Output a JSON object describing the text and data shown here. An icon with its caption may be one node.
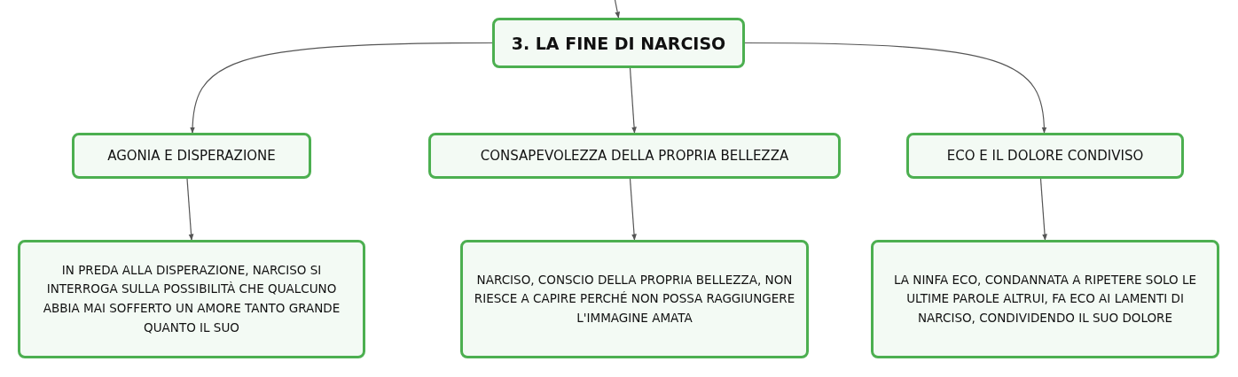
{
  "diagram": {
    "nodes": [
      {
        "text": [
          "3. LA FINE DI NARCISO"
        ]
      },
      {
        "text": [
          "AGONIA E DISPERAZIONE"
        ]
      },
      {
        "text": [
          "CONSAPEVOLEZZA DELLA PROPRIA BELLEZZA"
        ]
      },
      {
        "text": [
          "ECO E IL DOLORE CONDIVISO"
        ]
      },
      {
        "text": [
          "IN PREDA ALLA DISPERAZIONE, NARCISO SI INTERROGA SULLA POSSIBILITÀ CHE QUALCUNO ABBIA MAI SOFFERTO UN AMORE TANTO GRANDE QUANTO IL SUO"
        ]
      },
      {
        "text": [
          "NARCISO, CONSCIO DELLA PROPRIA BELLEZZA, NON RIESCE A CAPIRE PERCHÉ NON POSSA RAGGIUNGERE L'IMMAGINE AMATA"
        ]
      },
      {
        "text": [
          "LA NINFA ECO, CONDANNATA A RIPETERE SOLO LE ULTIME PAROLE ALTRUI, FA ECO AI LAMENTI DI NARCISO, CONDIVIDENDO IL SUO DOLORE"
        ]
      }
    ],
    "edges": [
      {
        "from": null,
        "to": 0,
        "arrow": "to"
      },
      {
        "from": 0,
        "to": 1,
        "arrow": "to"
      },
      {
        "from": 0,
        "to": 2,
        "arrow": "to"
      },
      {
        "from": 0,
        "to": 3,
        "arrow": "to"
      },
      {
        "from": 1,
        "to": 4,
        "arrow": "to"
      },
      {
        "from": 2,
        "to": 5,
        "arrow": "to"
      },
      {
        "from": 3,
        "to": 6,
        "arrow": "to"
      }
    ]
  }
}
